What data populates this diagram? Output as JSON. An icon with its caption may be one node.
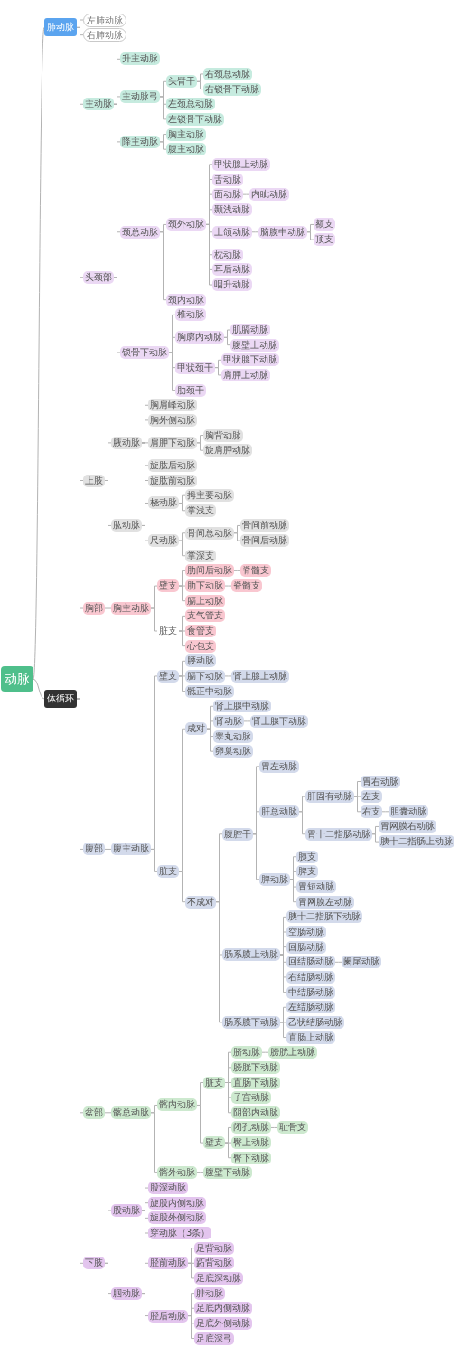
{
  "diagram": {
    "nodes": [
      {
        "text": [
          "动脉"
        ]
      },
      {
        "text": [
          "肺动脉"
        ]
      },
      {
        "text": [
          "左肺动脉"
        ]
      },
      {
        "text": [
          "右肺动脉"
        ]
      },
      {
        "text": [
          "体循环"
        ]
      },
      {
        "text": [
          "主动脉"
        ]
      },
      {
        "text": [
          "升主动脉"
        ]
      },
      {
        "text": [
          "主动脉弓"
        ]
      },
      {
        "text": [
          "头臂干"
        ]
      },
      {
        "text": [
          "右颈总动脉"
        ]
      },
      {
        "text": [
          "右锁骨下动脉"
        ]
      },
      {
        "text": [
          "左颈总动脉"
        ]
      },
      {
        "text": [
          "左锁骨下动脉"
        ]
      },
      {
        "text": [
          "降主动脉"
        ]
      },
      {
        "text": [
          "胸主动脉"
        ]
      },
      {
        "text": [
          "腹主动脉"
        ]
      },
      {
        "text": [
          "头颈部"
        ]
      },
      {
        "text": [
          "颈总动脉"
        ]
      },
      {
        "text": [
          "颈外动脉"
        ]
      },
      {
        "text": [
          "甲状腺上动脉"
        ]
      },
      {
        "text": [
          "舌动脉"
        ]
      },
      {
        "text": [
          "面动脉"
        ]
      },
      {
        "text": [
          "内眦动脉"
        ]
      },
      {
        "text": [
          "颞浅动脉"
        ]
      },
      {
        "text": [
          "上颌动脉"
        ]
      },
      {
        "text": [
          "脑膜中动脉"
        ]
      },
      {
        "text": [
          "额支"
        ]
      },
      {
        "text": [
          "顶支"
        ]
      },
      {
        "text": [
          "枕动脉"
        ]
      },
      {
        "text": [
          "耳后动脉"
        ]
      },
      {
        "text": [
          "咽升动脉"
        ]
      },
      {
        "text": [
          "颈内动脉"
        ]
      },
      {
        "text": [
          "锁骨下动脉"
        ]
      },
      {
        "text": [
          "椎动脉"
        ]
      },
      {
        "text": [
          "胸廓内动脉"
        ]
      },
      {
        "text": [
          "肌膈动脉"
        ]
      },
      {
        "text": [
          "腹壁上动脉"
        ]
      },
      {
        "text": [
          "甲状颈干"
        ]
      },
      {
        "text": [
          "甲状腺下动脉"
        ]
      },
      {
        "text": [
          "肩胛上动脉"
        ]
      },
      {
        "text": [
          "肋颈干"
        ]
      },
      {
        "text": [
          "上肢"
        ]
      },
      {
        "text": [
          "腋动脉"
        ]
      },
      {
        "text": [
          "胸肩峰动脉"
        ]
      },
      {
        "text": [
          "胸外侧动脉"
        ]
      },
      {
        "text": [
          "肩胛下动脉"
        ]
      },
      {
        "text": [
          "胸背动脉"
        ]
      },
      {
        "text": [
          "旋肩胛动脉"
        ]
      },
      {
        "text": [
          "旋肱后动脉"
        ]
      },
      {
        "text": [
          "旋肱前动脉"
        ]
      },
      {
        "text": [
          "肱动脉"
        ]
      },
      {
        "text": [
          "桡动脉"
        ]
      },
      {
        "text": [
          "拇主要动脉"
        ]
      },
      {
        "text": [
          "掌浅支"
        ]
      },
      {
        "text": [
          "尺动脉"
        ]
      },
      {
        "text": [
          "骨间总动脉"
        ]
      },
      {
        "text": [
          "骨间前动脉"
        ]
      },
      {
        "text": [
          "骨间后动脉"
        ]
      },
      {
        "text": [
          "掌深支"
        ]
      },
      {
        "text": [
          "胸部"
        ]
      },
      {
        "text": [
          "胸主动脉"
        ]
      },
      {
        "text": [
          "壁支"
        ]
      },
      {
        "text": [
          "肋间后动脉"
        ]
      },
      {
        "text": [
          "脊髓支"
        ]
      },
      {
        "text": [
          "肋下动脉"
        ]
      },
      {
        "text": [
          "脊髓支"
        ]
      },
      {
        "text": [
          "膈上动脉"
        ]
      },
      {
        "text": [
          "脏支"
        ]
      },
      {
        "text": [
          "支气管支"
        ]
      },
      {
        "text": [
          "食管支"
        ]
      },
      {
        "text": [
          "心包支"
        ]
      },
      {
        "text": [
          "腹部"
        ]
      },
      {
        "text": [
          "腹主动脉"
        ]
      },
      {
        "text": [
          "壁支"
        ]
      },
      {
        "text": [
          "腰动脉"
        ]
      },
      {
        "text": [
          "膈下动脉"
        ]
      },
      {
        "text": [
          "肾上腺上动脉"
        ]
      },
      {
        "text": [
          "骶正中动脉"
        ]
      },
      {
        "text": [
          "脏支"
        ]
      },
      {
        "text": [
          "成对"
        ]
      },
      {
        "text": [
          "肾上腺中动脉"
        ]
      },
      {
        "text": [
          "肾动脉"
        ]
      },
      {
        "text": [
          "肾上腺下动脉"
        ]
      },
      {
        "text": [
          "睾丸动脉"
        ]
      },
      {
        "text": [
          "卵巢动脉"
        ]
      },
      {
        "text": [
          "不成对"
        ]
      },
      {
        "text": [
          "腹腔干"
        ]
      },
      {
        "text": [
          "胃左动脉"
        ]
      },
      {
        "text": [
          "肝总动脉"
        ]
      },
      {
        "text": [
          "肝固有动脉"
        ]
      },
      {
        "text": [
          "胃右动脉"
        ]
      },
      {
        "text": [
          "左支"
        ]
      },
      {
        "text": [
          "右支"
        ]
      },
      {
        "text": [
          "胆囊动脉"
        ]
      },
      {
        "text": [
          "胃十二指肠动脉"
        ]
      },
      {
        "text": [
          "胃网膜右动脉"
        ]
      },
      {
        "text": [
          "胰十二指肠上动脉"
        ]
      },
      {
        "text": [
          "脾动脉"
        ]
      },
      {
        "text": [
          "胰支"
        ]
      },
      {
        "text": [
          "脾支"
        ]
      },
      {
        "text": [
          "胃短动脉"
        ]
      },
      {
        "text": [
          "胃网膜左动脉"
        ]
      },
      {
        "text": [
          "肠系膜上动脉"
        ]
      },
      {
        "text": [
          "胰十二指肠下动脉"
        ]
      },
      {
        "text": [
          "空肠动脉"
        ]
      },
      {
        "text": [
          "回肠动脉"
        ]
      },
      {
        "text": [
          "回结肠动脉"
        ]
      },
      {
        "text": [
          "阑尾动脉"
        ]
      },
      {
        "text": [
          "右结肠动脉"
        ]
      },
      {
        "text": [
          "中结肠动脉"
        ]
      },
      {
        "text": [
          "肠系膜下动脉"
        ]
      },
      {
        "text": [
          "左结肠动脉"
        ]
      },
      {
        "text": [
          "乙状结肠动脉"
        ]
      },
      {
        "text": [
          "直肠上动脉"
        ]
      },
      {
        "text": [
          "盆部"
        ]
      },
      {
        "text": [
          "髂总动脉"
        ]
      },
      {
        "text": [
          "髂内动脉"
        ]
      },
      {
        "text": [
          "脏支"
        ]
      },
      {
        "text": [
          "脐动脉"
        ]
      },
      {
        "text": [
          "膀胱上动脉"
        ]
      },
      {
        "text": [
          "膀胱下动脉"
        ]
      },
      {
        "text": [
          "直肠下动脉"
        ]
      },
      {
        "text": [
          "子宫动脉"
        ]
      },
      {
        "text": [
          "阴部内动脉"
        ]
      },
      {
        "text": [
          "壁支"
        ]
      },
      {
        "text": [
          "闭孔动脉"
        ]
      },
      {
        "text": [
          "耻骨支"
        ]
      },
      {
        "text": [
          "臀上动脉"
        ]
      },
      {
        "text": [
          "臀下动脉"
        ]
      },
      {
        "text": [
          "髂外动脉"
        ]
      },
      {
        "text": [
          "腹壁下动脉"
        ]
      },
      {
        "text": [
          "下肢"
        ]
      },
      {
        "text": [
          "股动脉"
        ]
      },
      {
        "text": [
          "股深动脉"
        ]
      },
      {
        "text": [
          "旋股内侧动脉"
        ]
      },
      {
        "text": [
          "旋股外侧动脉"
        ]
      },
      {
        "text": [
          "穿动脉（3条）"
        ]
      },
      {
        "text": [
          "腘动脉"
        ]
      },
      {
        "text": [
          "胫前动脉"
        ]
      },
      {
        "text": [
          "足背动脉"
        ]
      },
      {
        "text": [
          "跖背动脉"
        ]
      },
      {
        "text": [
          "足底深动脉"
        ]
      },
      {
        "text": [
          "胫后动脉"
        ]
      },
      {
        "text": [
          "腓动脉"
        ]
      },
      {
        "text": [
          "足底内侧动脉"
        ]
      },
      {
        "text": [
          "足底外侧动脉"
        ]
      },
      {
        "text": [
          "足底深弓"
        ]
      }
    ],
    "edges": [
      {
        "from": 0,
        "to": 1,
        "arrow": "none"
      },
      {
        "from": 1,
        "to": 2,
        "arrow": "none"
      },
      {
        "from": 1,
        "to": 3,
        "arrow": "none"
      },
      {
        "from": 0,
        "to": 4,
        "arrow": "none"
      },
      {
        "from": 4,
        "to": 5,
        "arrow": "none"
      },
      {
        "from": 5,
        "to": 6,
        "arrow": "none"
      },
      {
        "from": 5,
        "to": 7,
        "arrow": "none"
      },
      {
        "from": 7,
        "to": 8,
        "arrow": "none"
      },
      {
        "from": 8,
        "to": 9,
        "arrow": "none"
      },
      {
        "from": 8,
        "to": 10,
        "arrow": "none"
      },
      {
        "from": 7,
        "to": 11,
        "arrow": "none"
      },
      {
        "from": 7,
        "to": 12,
        "arrow": "none"
      },
      {
        "from": 5,
        "to": 13,
        "arrow": "none"
      },
      {
        "from": 13,
        "to": 14,
        "arrow": "none"
      },
      {
        "from": 13,
        "to": 15,
        "arrow": "none"
      },
      {
        "from": 4,
        "to": 16,
        "arrow": "none"
      },
      {
        "from": 16,
        "to": 17,
        "arrow": "none"
      },
      {
        "from": 17,
        "to": 18,
        "arrow": "none"
      },
      {
        "from": 18,
        "to": 19,
        "arrow": "none"
      },
      {
        "from": 18,
        "to": 20,
        "arrow": "none"
      },
      {
        "from": 18,
        "to": 21,
        "arrow": "none"
      },
      {
        "from": 21,
        "to": 22,
        "arrow": "none"
      },
      {
        "from": 18,
        "to": 23,
        "arrow": "none"
      },
      {
        "from": 18,
        "to": 24,
        "arrow": "none"
      },
      {
        "from": 24,
        "to": 25,
        "arrow": "none"
      },
      {
        "from": 25,
        "to": 26,
        "arrow": "none"
      },
      {
        "from": 25,
        "to": 27,
        "arrow": "none"
      },
      {
        "from": 18,
        "to": 28,
        "arrow": "none"
      },
      {
        "from": 18,
        "to": 29,
        "arrow": "none"
      },
      {
        "from": 18,
        "to": 30,
        "arrow": "none"
      },
      {
        "from": 17,
        "to": 31,
        "arrow": "none"
      },
      {
        "from": 16,
        "to": 32,
        "arrow": "none"
      },
      {
        "from": 32,
        "to": 33,
        "arrow": "none"
      },
      {
        "from": 32,
        "to": 34,
        "arrow": "none"
      },
      {
        "from": 34,
        "to": 35,
        "arrow": "none"
      },
      {
        "from": 34,
        "to": 36,
        "arrow": "none"
      },
      {
        "from": 32,
        "to": 37,
        "arrow": "none"
      },
      {
        "from": 37,
        "to": 38,
        "arrow": "none"
      },
      {
        "from": 37,
        "to": 39,
        "arrow": "none"
      },
      {
        "from": 32,
        "to": 40,
        "arrow": "none"
      },
      {
        "from": 4,
        "to": 41,
        "arrow": "none"
      },
      {
        "from": 41,
        "to": 42,
        "arrow": "none"
      },
      {
        "from": 42,
        "to": 43,
        "arrow": "none"
      },
      {
        "from": 42,
        "to": 44,
        "arrow": "none"
      },
      {
        "from": 42,
        "to": 45,
        "arrow": "none"
      },
      {
        "from": 45,
        "to": 46,
        "arrow": "none"
      },
      {
        "from": 45,
        "to": 47,
        "arrow": "none"
      },
      {
        "from": 42,
        "to": 48,
        "arrow": "none"
      },
      {
        "from": 42,
        "to": 49,
        "arrow": "none"
      },
      {
        "from": 41,
        "to": 50,
        "arrow": "none"
      },
      {
        "from": 50,
        "to": 51,
        "arrow": "none"
      },
      {
        "from": 51,
        "to": 52,
        "arrow": "none"
      },
      {
        "from": 51,
        "to": 53,
        "arrow": "none"
      },
      {
        "from": 50,
        "to": 54,
        "arrow": "none"
      },
      {
        "from": 54,
        "to": 55,
        "arrow": "none"
      },
      {
        "from": 55,
        "to": 56,
        "arrow": "none"
      },
      {
        "from": 55,
        "to": 57,
        "arrow": "none"
      },
      {
        "from": 54,
        "to": 58,
        "arrow": "none"
      },
      {
        "from": 4,
        "to": 59,
        "arrow": "none"
      },
      {
        "from": 59,
        "to": 60,
        "arrow": "none"
      },
      {
        "from": 60,
        "to": 61,
        "arrow": "none"
      },
      {
        "from": 61,
        "to": 62,
        "arrow": "none"
      },
      {
        "from": 62,
        "to": 63,
        "arrow": "none"
      },
      {
        "from": 61,
        "to": 64,
        "arrow": "none"
      },
      {
        "from": 64,
        "to": 65,
        "arrow": "none"
      },
      {
        "from": 61,
        "to": 66,
        "arrow": "none"
      },
      {
        "from": 60,
        "to": 67,
        "arrow": "none"
      },
      {
        "from": 67,
        "to": 68,
        "arrow": "none"
      },
      {
        "from": 67,
        "to": 69,
        "arrow": "none"
      },
      {
        "from": 67,
        "to": 70,
        "arrow": "none"
      },
      {
        "from": 4,
        "to": 71,
        "arrow": "none"
      },
      {
        "from": 71,
        "to": 72,
        "arrow": "none"
      },
      {
        "from": 72,
        "to": 73,
        "arrow": "none"
      },
      {
        "from": 73,
        "to": 74,
        "arrow": "none"
      },
      {
        "from": 73,
        "to": 75,
        "arrow": "none"
      },
      {
        "from": 75,
        "to": 76,
        "arrow": "none"
      },
      {
        "from": 73,
        "to": 77,
        "arrow": "none"
      },
      {
        "from": 72,
        "to": 78,
        "arrow": "none"
      },
      {
        "from": 78,
        "to": 79,
        "arrow": "none"
      },
      {
        "from": 79,
        "to": 80,
        "arrow": "none"
      },
      {
        "from": 79,
        "to": 81,
        "arrow": "none"
      },
      {
        "from": 81,
        "to": 82,
        "arrow": "none"
      },
      {
        "from": 79,
        "to": 83,
        "arrow": "none"
      },
      {
        "from": 79,
        "to": 84,
        "arrow": "none"
      },
      {
        "from": 78,
        "to": 85,
        "arrow": "none"
      },
      {
        "from": 85,
        "to": 86,
        "arrow": "none"
      },
      {
        "from": 86,
        "to": 87,
        "arrow": "none"
      },
      {
        "from": 86,
        "to": 88,
        "arrow": "none"
      },
      {
        "from": 88,
        "to": 89,
        "arrow": "none"
      },
      {
        "from": 89,
        "to": 90,
        "arrow": "none"
      },
      {
        "from": 89,
        "to": 91,
        "arrow": "none"
      },
      {
        "from": 89,
        "to": 92,
        "arrow": "none"
      },
      {
        "from": 92,
        "to": 93,
        "arrow": "none"
      },
      {
        "from": 88,
        "to": 94,
        "arrow": "none"
      },
      {
        "from": 94,
        "to": 95,
        "arrow": "none"
      },
      {
        "from": 94,
        "to": 96,
        "arrow": "none"
      },
      {
        "from": 86,
        "to": 97,
        "arrow": "none"
      },
      {
        "from": 97,
        "to": 98,
        "arrow": "none"
      },
      {
        "from": 97,
        "to": 99,
        "arrow": "none"
      },
      {
        "from": 97,
        "to": 100,
        "arrow": "none"
      },
      {
        "from": 97,
        "to": 101,
        "arrow": "none"
      },
      {
        "from": 85,
        "to": 102,
        "arrow": "none"
      },
      {
        "from": 102,
        "to": 103,
        "arrow": "none"
      },
      {
        "from": 102,
        "to": 104,
        "arrow": "none"
      },
      {
        "from": 102,
        "to": 105,
        "arrow": "none"
      },
      {
        "from": 102,
        "to": 106,
        "arrow": "none"
      },
      {
        "from": 106,
        "to": 107,
        "arrow": "none"
      },
      {
        "from": 102,
        "to": 108,
        "arrow": "none"
      },
      {
        "from": 102,
        "to": 109,
        "arrow": "none"
      },
      {
        "from": 85,
        "to": 110,
        "arrow": "none"
      },
      {
        "from": 110,
        "to": 111,
        "arrow": "none"
      },
      {
        "from": 110,
        "to": 112,
        "arrow": "none"
      },
      {
        "from": 110,
        "to": 113,
        "arrow": "none"
      },
      {
        "from": 4,
        "to": 114,
        "arrow": "none"
      },
      {
        "from": 114,
        "to": 115,
        "arrow": "none"
      },
      {
        "from": 115,
        "to": 116,
        "arrow": "none"
      },
      {
        "from": 116,
        "to": 117,
        "arrow": "none"
      },
      {
        "from": 117,
        "to": 118,
        "arrow": "none"
      },
      {
        "from": 118,
        "to": 119,
        "arrow": "none"
      },
      {
        "from": 117,
        "to": 120,
        "arrow": "none"
      },
      {
        "from": 117,
        "to": 121,
        "arrow": "none"
      },
      {
        "from": 117,
        "to": 122,
        "arrow": "none"
      },
      {
        "from": 117,
        "to": 123,
        "arrow": "none"
      },
      {
        "from": 116,
        "to": 124,
        "arrow": "none"
      },
      {
        "from": 124,
        "to": 125,
        "arrow": "none"
      },
      {
        "from": 125,
        "to": 126,
        "arrow": "none"
      },
      {
        "from": 124,
        "to": 127,
        "arrow": "none"
      },
      {
        "from": 124,
        "to": 128,
        "arrow": "none"
      },
      {
        "from": 115,
        "to": 129,
        "arrow": "none"
      },
      {
        "from": 129,
        "to": 130,
        "arrow": "none"
      },
      {
        "from": 4,
        "to": 131,
        "arrow": "none"
      },
      {
        "from": 131,
        "to": 132,
        "arrow": "none"
      },
      {
        "from": 132,
        "to": 133,
        "arrow": "none"
      },
      {
        "from": 132,
        "to": 134,
        "arrow": "none"
      },
      {
        "from": 132,
        "to": 135,
        "arrow": "none"
      },
      {
        "from": 132,
        "to": 136,
        "arrow": "none"
      },
      {
        "from": 131,
        "to": 137,
        "arrow": "none"
      },
      {
        "from": 137,
        "to": 138,
        "arrow": "none"
      },
      {
        "from": 138,
        "to": 139,
        "arrow": "none"
      },
      {
        "from": 138,
        "to": 140,
        "arrow": "none"
      },
      {
        "from": 138,
        "to": 141,
        "arrow": "none"
      },
      {
        "from": 137,
        "to": 142,
        "arrow": "none"
      },
      {
        "from": 142,
        "to": 143,
        "arrow": "none"
      },
      {
        "from": 142,
        "to": 144,
        "arrow": "none"
      },
      {
        "from": 142,
        "to": 145,
        "arrow": "none"
      },
      {
        "from": 142,
        "to": 146,
        "arrow": "none"
      }
    ]
  }
}
